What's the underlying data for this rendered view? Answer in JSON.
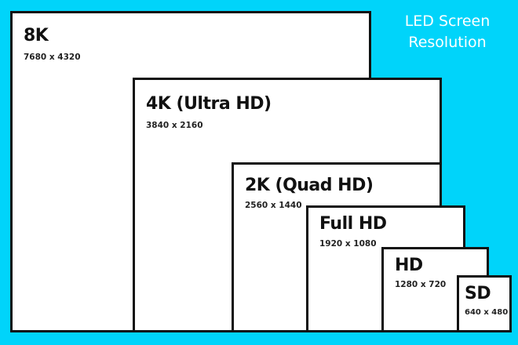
{
  "title": [
    "LED Screen",
    "Resolution"
  ],
  "resolutions": [
    {
      "name": "8K",
      "size": "7680 x 4320"
    },
    {
      "name": "4K (Ultra HD)",
      "size": "3840 x 2160"
    },
    {
      "name": "2K (Quad HD)",
      "size": "2560 x 1440"
    },
    {
      "name": "Full HD",
      "size": "1920 x 1080"
    },
    {
      "name": "HD",
      "size": "1280 x 720"
    },
    {
      "name": "SD",
      "size": "640 x 480"
    }
  ],
  "colors": {
    "background": "#00d4fa",
    "box": "#ffffff",
    "border": "#111111"
  }
}
